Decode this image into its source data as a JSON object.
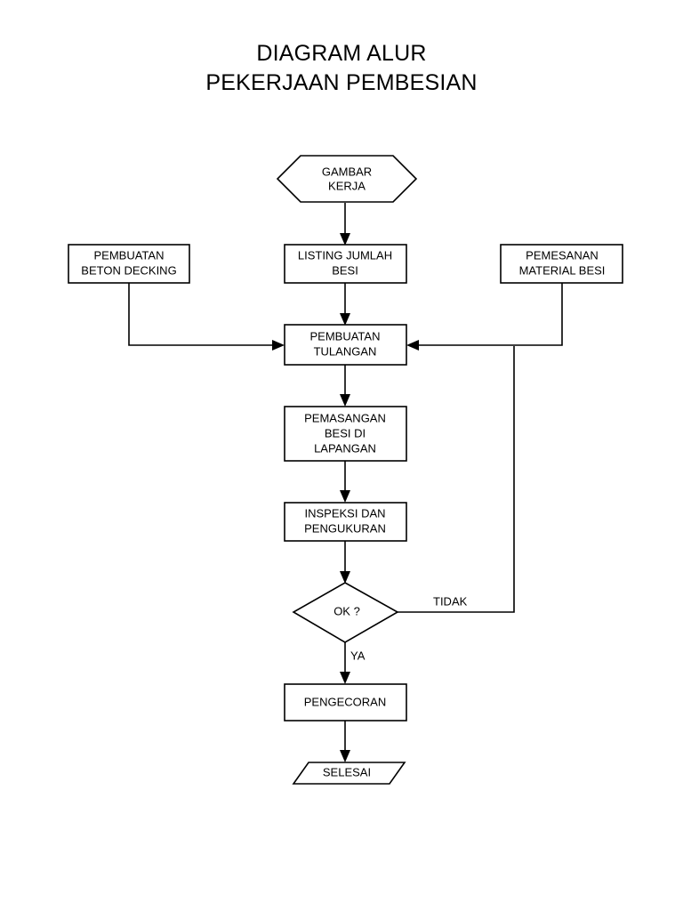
{
  "title": {
    "line1": "DIAGRAM ALUR",
    "line2": "PEKERJAAN PEMBESIAN"
  },
  "colors": {
    "background": "#ffffff",
    "stroke": "#000000",
    "text": "#000000",
    "shape_fill": "#ffffff"
  },
  "chart_data": {
    "type": "diagram",
    "diagram_type": "flowchart",
    "title": "DIAGRAM ALUR PEKERJAAN PEMBESIAN",
    "orientation": "top-to-bottom",
    "nodes": [
      {
        "id": "gambar_kerja",
        "shape": "hexagon",
        "lines": [
          "GAMBAR",
          "KERJA"
        ]
      },
      {
        "id": "beton_decking",
        "shape": "rectangle",
        "lines": [
          "PEMBUATAN",
          "BETON DECKING"
        ]
      },
      {
        "id": "listing_besi",
        "shape": "rectangle",
        "lines": [
          "LISTING JUMLAH",
          "BESI"
        ]
      },
      {
        "id": "pemesanan_besi",
        "shape": "rectangle",
        "lines": [
          "PEMESANAN",
          "MATERIAL BESI"
        ]
      },
      {
        "id": "pembuatan_tulangan",
        "shape": "rectangle",
        "lines": [
          "PEMBUATAN",
          "TULANGAN"
        ]
      },
      {
        "id": "pemasangan_besi",
        "shape": "rectangle",
        "lines": [
          "PEMASANGAN",
          "BESI DI",
          "LAPANGAN"
        ]
      },
      {
        "id": "inspeksi",
        "shape": "rectangle",
        "lines": [
          "INSPEKSI DAN",
          "PENGUKURAN"
        ]
      },
      {
        "id": "ok_decision",
        "shape": "diamond",
        "lines": [
          "OK ?"
        ]
      },
      {
        "id": "pengecoran",
        "shape": "rectangle",
        "lines": [
          "PENGECORAN"
        ]
      },
      {
        "id": "selesai",
        "shape": "parallelogram",
        "lines": [
          "SELESAI"
        ]
      }
    ],
    "edges": [
      {
        "from": "gambar_kerja",
        "to": "listing_besi",
        "label": ""
      },
      {
        "from": "listing_besi",
        "to": "pembuatan_tulangan",
        "label": ""
      },
      {
        "from": "beton_decking",
        "to": "pembuatan_tulangan",
        "label": ""
      },
      {
        "from": "pemesanan_besi",
        "to": "pembuatan_tulangan",
        "label": ""
      },
      {
        "from": "pembuatan_tulangan",
        "to": "pemasangan_besi",
        "label": ""
      },
      {
        "from": "pemasangan_besi",
        "to": "inspeksi",
        "label": ""
      },
      {
        "from": "inspeksi",
        "to": "ok_decision",
        "label": ""
      },
      {
        "from": "ok_decision",
        "to": "pembuatan_tulangan",
        "label": "TIDAK"
      },
      {
        "from": "ok_decision",
        "to": "pengecoran",
        "label": "YA"
      },
      {
        "from": "pengecoran",
        "to": "selesai",
        "label": ""
      }
    ],
    "edge_labels": {
      "tidak": "TIDAK",
      "ya": "YA"
    }
  },
  "nodes": {
    "gambar_kerja": {
      "line1": "GAMBAR",
      "line2": "KERJA"
    },
    "beton_decking": {
      "line1": "PEMBUATAN",
      "line2": "BETON DECKING"
    },
    "listing_besi": {
      "line1": "LISTING JUMLAH",
      "line2": "BESI"
    },
    "pemesanan_besi": {
      "line1": "PEMESANAN",
      "line2": "MATERIAL BESI"
    },
    "pembuatan_tulangan": {
      "line1": "PEMBUATAN",
      "line2": "TULANGAN"
    },
    "pemasangan_besi": {
      "line1": "PEMASANGAN",
      "line2": "BESI DI",
      "line3": "LAPANGAN"
    },
    "inspeksi": {
      "line1": "INSPEKSI DAN",
      "line2": "PENGUKURAN"
    },
    "ok_decision": {
      "line1": "OK ?"
    },
    "pengecoran": {
      "line1": "PENGECORAN"
    },
    "selesai": {
      "line1": "SELESAI"
    }
  },
  "labels": {
    "tidak": "TIDAK",
    "ya": "YA"
  }
}
